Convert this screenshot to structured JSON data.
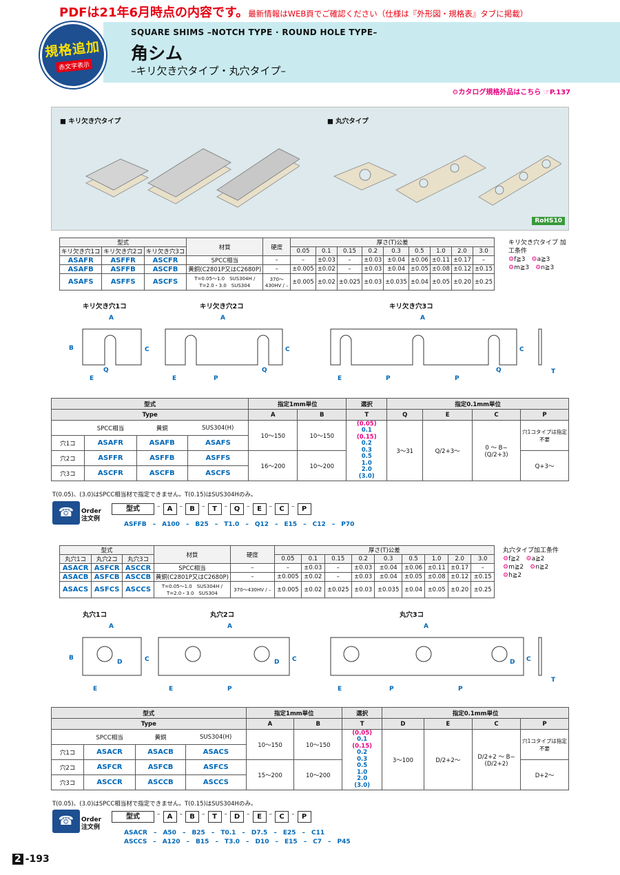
{
  "top_note": {
    "main": "PDFは21年6月時点の内容です。",
    "sub": "最新情報はWEB頁でご確認ください（仕様は『外形図・規格表』タブに掲載）"
  },
  "badge": {
    "line1": "規格追加",
    "line2": "赤文字表示"
  },
  "title": {
    "en": "SQUARE SHIMS –NOTCH TYPE · ROUND HOLE TYPE–",
    "jp": "角シム",
    "sub": "–キリ欠き穴タイプ・丸穴タイプ–"
  },
  "catalog_note": "カタログ規格外品はこちら",
  "catalog_page": "P.137",
  "photo": {
    "left_label": "キリ欠き穴タイプ",
    "right_label": "丸穴タイプ",
    "rohs": "RoHS10"
  },
  "notch_material_table": {
    "h_type": "型式",
    "h_sub": [
      "キリ欠き穴1コ",
      "キリ欠き穴2コ",
      "キリ欠き穴3コ"
    ],
    "h_material": "材質",
    "h_hardness": "硬度",
    "h_tol": "厚さ(T)公差",
    "tol_cols": [
      "0.05",
      "0.1",
      "0.15",
      "0.2",
      "0.3",
      "0.5",
      "1.0",
      "2.0",
      "3.0"
    ],
    "rows": [
      {
        "codes": [
          "ASAFR",
          "ASFFR",
          "ASCFR"
        ],
        "material": "SPCC相当",
        "hardness": "–",
        "tol": [
          "–",
          "±0.03",
          "–",
          "±0.03",
          "±0.04",
          "±0.06",
          "±0.11",
          "±0.17",
          "–"
        ]
      },
      {
        "codes": [
          "ASAFB",
          "ASFFB",
          "ASCFB"
        ],
        "material": "黄銅(C2801P又はC2680P)",
        "hardness": "–",
        "tol": [
          "±0.005",
          "±0.02",
          "–",
          "±0.03",
          "±0.04",
          "±0.05",
          "±0.08",
          "±0.12",
          "±0.15"
        ]
      },
      {
        "codes": [
          "ASAFS",
          "ASFFS",
          "ASCFS"
        ],
        "material": "T=0.05〜1.0　SUS304H / T=2.0・3.0　SUS304",
        "hardness": "370〜430HV / –",
        "tol": [
          "±0.005",
          "±0.02",
          "±0.025",
          "±0.03",
          "±0.035",
          "±0.04",
          "±0.05",
          "±0.20",
          "±0.25"
        ]
      }
    ],
    "side_title": "キリ欠き穴タイプ 加工条件",
    "side_items": [
      "f≧3",
      "a≧3",
      "m≧3",
      "n≧3"
    ]
  },
  "notch_drawings": [
    "キリ欠き穴1コ",
    "キリ欠き穴2コ",
    "キリ欠き穴3コ"
  ],
  "notch_spec_table": {
    "h_type": "型式",
    "h_type_en": "Type",
    "h_1mm": "指定1mm単位",
    "h_sel": "選択",
    "h_01mm": "指定0.1mm単位",
    "cols": [
      "A",
      "B",
      "T",
      "Q",
      "E",
      "C",
      "P"
    ],
    "materials": [
      "SPCC相当",
      "黄銅",
      "SUS304(H)"
    ],
    "rows": [
      {
        "label": "穴1コ",
        "codes": [
          "ASAFR",
          "ASAFB",
          "ASAFS"
        ]
      },
      {
        "label": "穴2コ",
        "codes": [
          "ASFFR",
          "ASFFB",
          "ASFFS"
        ]
      },
      {
        "label": "穴3コ",
        "codes": [
          "ASCFR",
          "ASCFB",
          "ASCFS"
        ]
      }
    ],
    "a1": "10〜150",
    "b1": "10〜150",
    "a2": "16〜200",
    "b2": "10〜200",
    "t_list": [
      "(0.05)",
      "0.1",
      "(0.15)",
      "0.2",
      "0.3",
      "0.5",
      "1.0",
      "2.0",
      "(3.0)"
    ],
    "q": "3〜31",
    "e": "Q/2+3〜",
    "c": "0 〜 B−(Q/2+3)",
    "p_note": "穴1コタイプは指定不要",
    "p": "Q+3〜"
  },
  "footnote": "T(0.05)、(3.0)はSPCC相当材で指定できません。T(0.15)はSUS304Hのみ。",
  "order1": {
    "label": "Order 注文例",
    "fields": [
      "型式",
      "A",
      "B",
      "T",
      "Q",
      "E",
      "C",
      "P"
    ],
    "example": "ASFFB　–　A100　–　B25　–　T1.0　–　Q12　–　E15　–　C12　–　P70"
  },
  "round_material_table": {
    "h_sub": [
      "丸穴1コ",
      "丸穴2コ",
      "丸穴3コ"
    ],
    "rows": [
      {
        "codes": [
          "ASACR",
          "ASFCR",
          "ASCCR"
        ],
        "material": "SPCC相当",
        "hardness": "–",
        "tol": [
          "–",
          "±0.03",
          "–",
          "±0.03",
          "±0.04",
          "±0.06",
          "±0.11",
          "±0.17",
          "–"
        ]
      },
      {
        "codes": [
          "ASACB",
          "ASFCB",
          "ASCCB"
        ],
        "material": "黄銅(C2801P又はC2680P)",
        "hardness": "–",
        "tol": [
          "±0.005",
          "±0.02",
          "–",
          "±0.03",
          "±0.04",
          "±0.05",
          "±0.08",
          "±0.12",
          "±0.15"
        ]
      },
      {
        "codes": [
          "ASACS",
          "ASFCS",
          "ASCCS"
        ],
        "material": "T=0.05〜1.0　SUS304H / T=2.0・3.0　SUS304",
        "hardness": "370〜430HV / –",
        "tol": [
          "±0.005",
          "±0.02",
          "±0.025",
          "±0.03",
          "±0.035",
          "±0.04",
          "±0.05",
          "±0.20",
          "±0.25"
        ]
      }
    ],
    "side_title": "丸穴タイプ加工条件",
    "side_items": [
      "f≧2",
      "a≧2",
      "m≧2",
      "n≧2",
      "h≧2"
    ]
  },
  "round_drawings": [
    "丸穴1コ",
    "丸穴2コ",
    "丸穴3コ"
  ],
  "round_spec_table": {
    "cols": [
      "A",
      "B",
      "T",
      "D",
      "E",
      "C",
      "P"
    ],
    "rows": [
      {
        "label": "穴1コ",
        "codes": [
          "ASACR",
          "ASACB",
          "ASACS"
        ]
      },
      {
        "label": "穴2コ",
        "codes": [
          "ASFCR",
          "ASFCB",
          "ASFCS"
        ]
      },
      {
        "label": "穴3コ",
        "codes": [
          "ASCCR",
          "ASCCB",
          "ASCCS"
        ]
      }
    ],
    "a1": "10〜150",
    "b1": "10〜150",
    "a2": "15〜200",
    "b2": "10〜200",
    "d": "3〜100",
    "e": "D/2+2〜",
    "c": "D/2+2 〜 B−(D/2+2)",
    "p_note": "穴1コタイプは指定不要",
    "p": "D+2〜"
  },
  "order2": {
    "label": "Order 注文例",
    "fields": [
      "型式",
      "A",
      "B",
      "T",
      "D",
      "E",
      "C",
      "P"
    ],
    "ex1": "ASACR　–　A50　–　B25　–　T0.1　–　D7.5　–　E25　–　C11",
    "ex2": "ASCCS　–　A120　–　B15　–　T3.0　–　D10　–　E15　–　C7　–　P45"
  },
  "page_number": {
    "chapter": "2",
    "page": "-193"
  }
}
